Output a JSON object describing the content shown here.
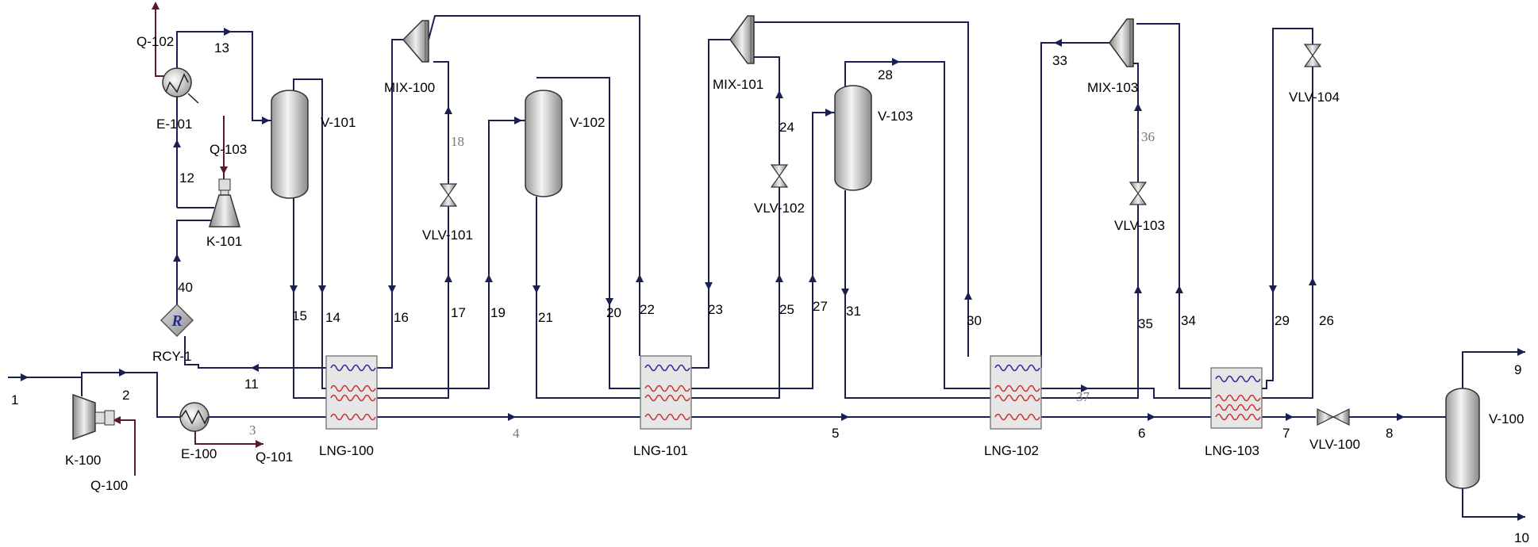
{
  "diagram": {
    "colors": {
      "material_stream": "#1c2050",
      "energy_stream": "#5a1a2a",
      "hot_coil": "#d03030",
      "cold_coil": "#2a2a9a"
    },
    "equipment": {
      "k100": "K-100",
      "k101": "K-101",
      "e100": "E-100",
      "e101": "E-101",
      "v100": "V-100",
      "v101": "V-101",
      "v102": "V-102",
      "v103": "V-103",
      "mix100": "MIX-100",
      "mix101": "MIX-101",
      "mix103": "MIX-103",
      "vlv100": "VLV-100",
      "vlv101": "VLV-101",
      "vlv102": "VLV-102",
      "vlv103": "VLV-103",
      "vlv104": "VLV-104",
      "lng100": "LNG-100",
      "lng101": "LNG-101",
      "lng102": "LNG-102",
      "lng103": "LNG-103",
      "rcy1": "RCY-1",
      "rcy_symbol": "R"
    },
    "energy_streams": {
      "q100": "Q-100",
      "q101": "Q-101",
      "q102": "Q-102",
      "q103": "Q-103"
    },
    "streams": {
      "s1": "1",
      "s2": "2",
      "s3": "3",
      "s4": "4",
      "s5": "5",
      "s6": "6",
      "s7": "7",
      "s8": "8",
      "s9": "9",
      "s10": "10",
      "s11": "11",
      "s12": "12",
      "s13": "13",
      "s14": "14",
      "s15": "15",
      "s16": "16",
      "s17": "17",
      "s18": "18",
      "s19": "19",
      "s20": "20",
      "s21": "21",
      "s22": "22",
      "s23": "23",
      "s24": "24",
      "s25": "25",
      "s26": "26",
      "s27": "27",
      "s28": "28",
      "s29": "29",
      "s30": "30",
      "s31": "31",
      "s33": "33",
      "s34": "34",
      "s35": "35",
      "s36": "36",
      "s37": "37",
      "s40": "40"
    }
  }
}
